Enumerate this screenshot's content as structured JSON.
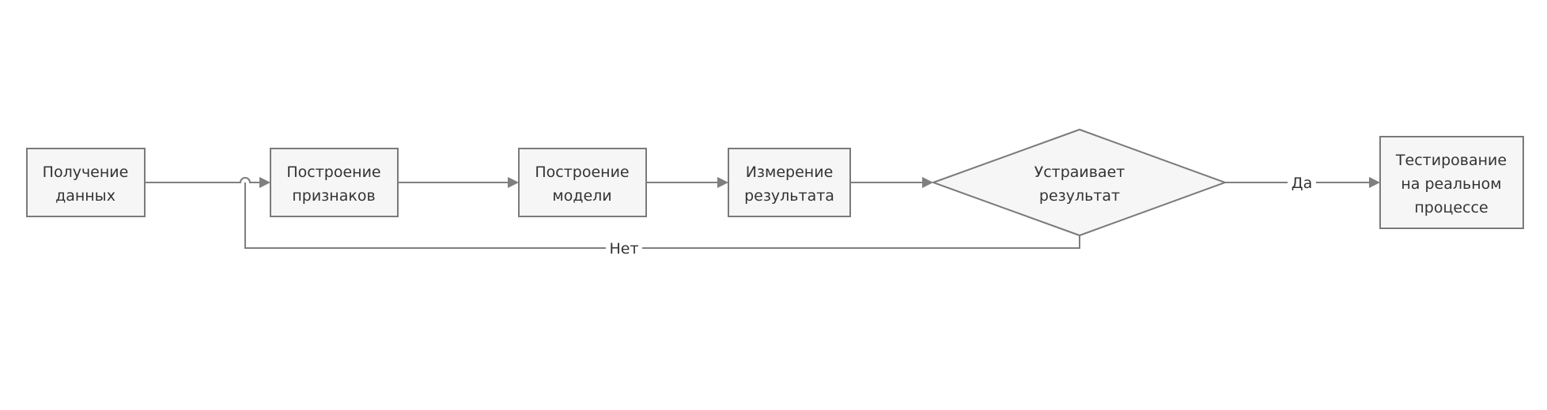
{
  "nodes": {
    "get_data": [
      "Получение",
      "данных"
    ],
    "features": [
      "Построение",
      "признаков"
    ],
    "model": [
      "Построение",
      "модели"
    ],
    "measure": [
      "Измерение",
      "результата"
    ],
    "decision": [
      "Устраивает",
      "результат"
    ],
    "test": [
      "Тестирование",
      "на реальном",
      "процессе"
    ]
  },
  "edges": {
    "yes_label": "Да",
    "no_label": "Нет"
  },
  "colors": {
    "stroke": "#7f7f7f",
    "fill": "#f6f6f6"
  }
}
